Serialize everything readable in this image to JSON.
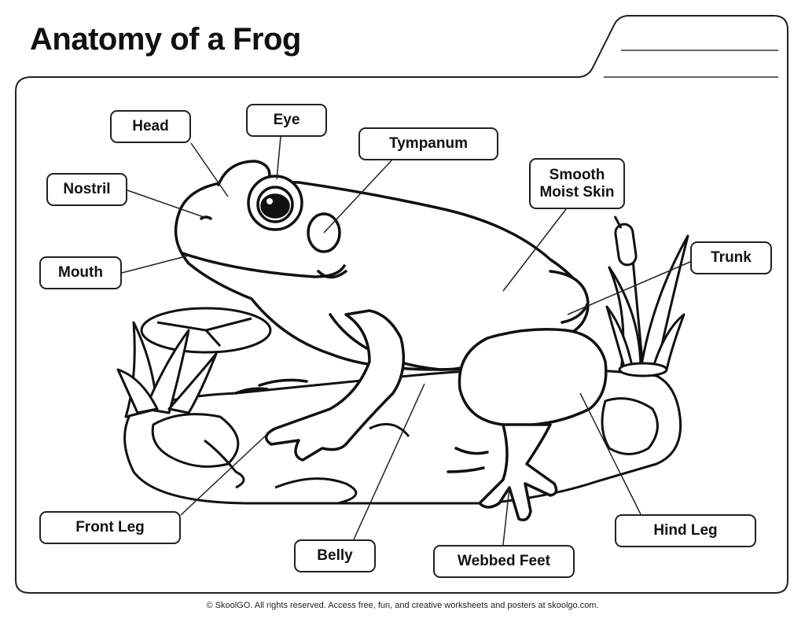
{
  "title": "Anatomy of a Frog",
  "labels": {
    "head": "Head",
    "eye": "Eye",
    "tympanum": "Tympanum",
    "nostril": "Nostril",
    "smooth_skin": "Smooth Moist Skin",
    "trunk": "Trunk",
    "mouth": "Mouth",
    "front_leg": "Front Leg",
    "belly": "Belly",
    "webbed_feet": "Webbed Feet",
    "hind_leg": "Hind Leg"
  },
  "footer": "© SkoolGO. All rights reserved. Access free, fun, and creative worksheets and posters at skoolgo.com."
}
